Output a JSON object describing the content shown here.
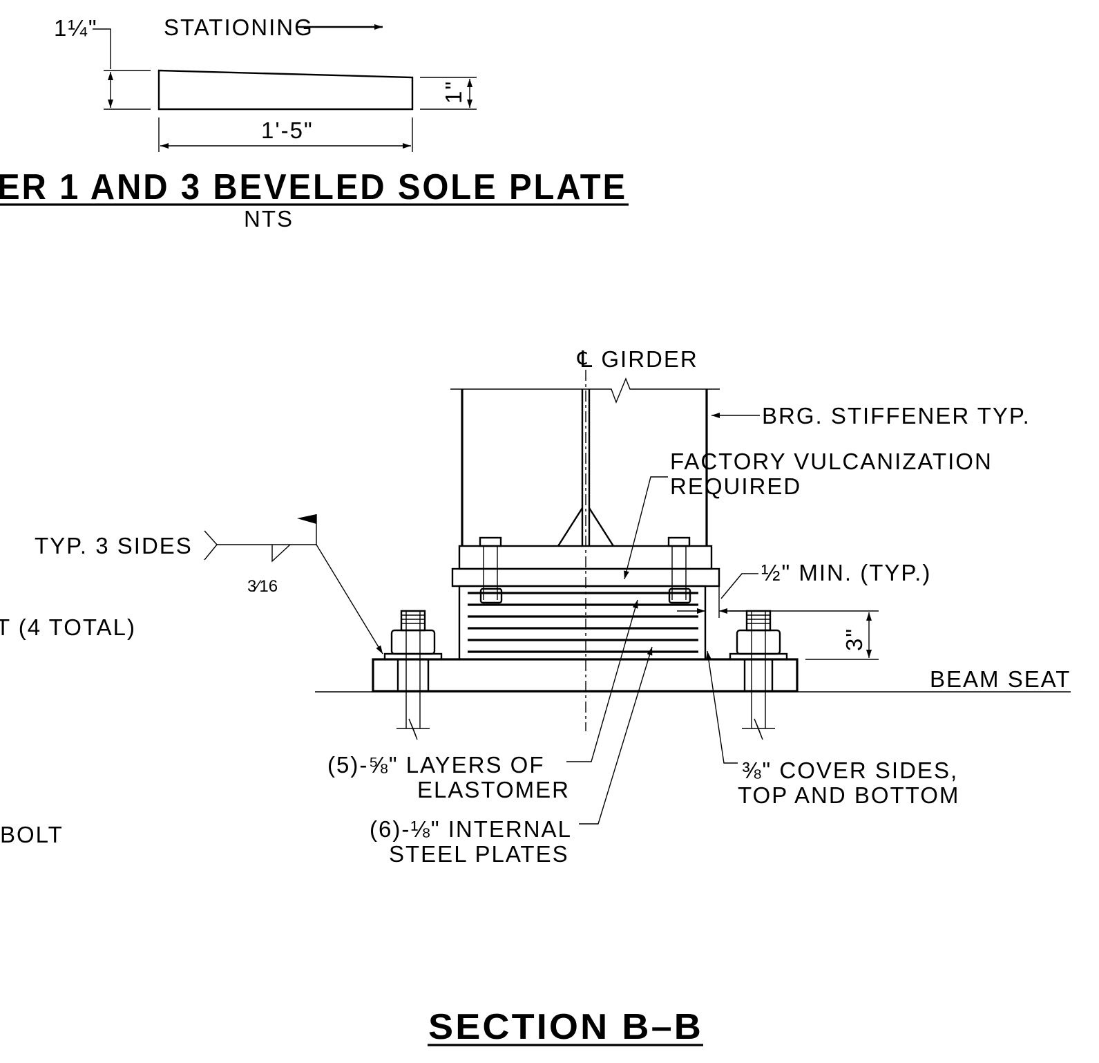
{
  "sole_plate": {
    "thickness_left": "1¼\"",
    "direction_label": "STATIONING",
    "thickness_right": "1\"",
    "length_dim": "1'-5\"",
    "title": "ER  1  AND   3   BEVELED   SOLE   PLATE",
    "scale": "NTS"
  },
  "section": {
    "girder_label": "℄ GIRDER",
    "stiffener_note": "BRG. STIFFENER  TYP.",
    "vulcanization_note": [
      "FACTORY  VULCANIZATION",
      "REQUIRED"
    ],
    "weld_note": "TYP. 3  SIDES",
    "weld_size": "3⁄16",
    "total_note": "T  (4  TOTAL)",
    "min_edge_note": "½\" MIN. (TYP.)",
    "height_dim": "3\"",
    "beam_seat_label": "BEAM  SEAT",
    "elastomer_note": [
      "(5)-⅝\" LAYERS  OF",
      "ELASTOMER"
    ],
    "cover_note": [
      "⅜\" COVER  SIDES,",
      "TOP  AND  BOTTOM"
    ],
    "bolt_note": "BOLT",
    "steel_plates_note": [
      "(6)-⅛\" INTERNAL",
      "STEEL  PLATES"
    ],
    "title": "SECTION   B–B"
  }
}
